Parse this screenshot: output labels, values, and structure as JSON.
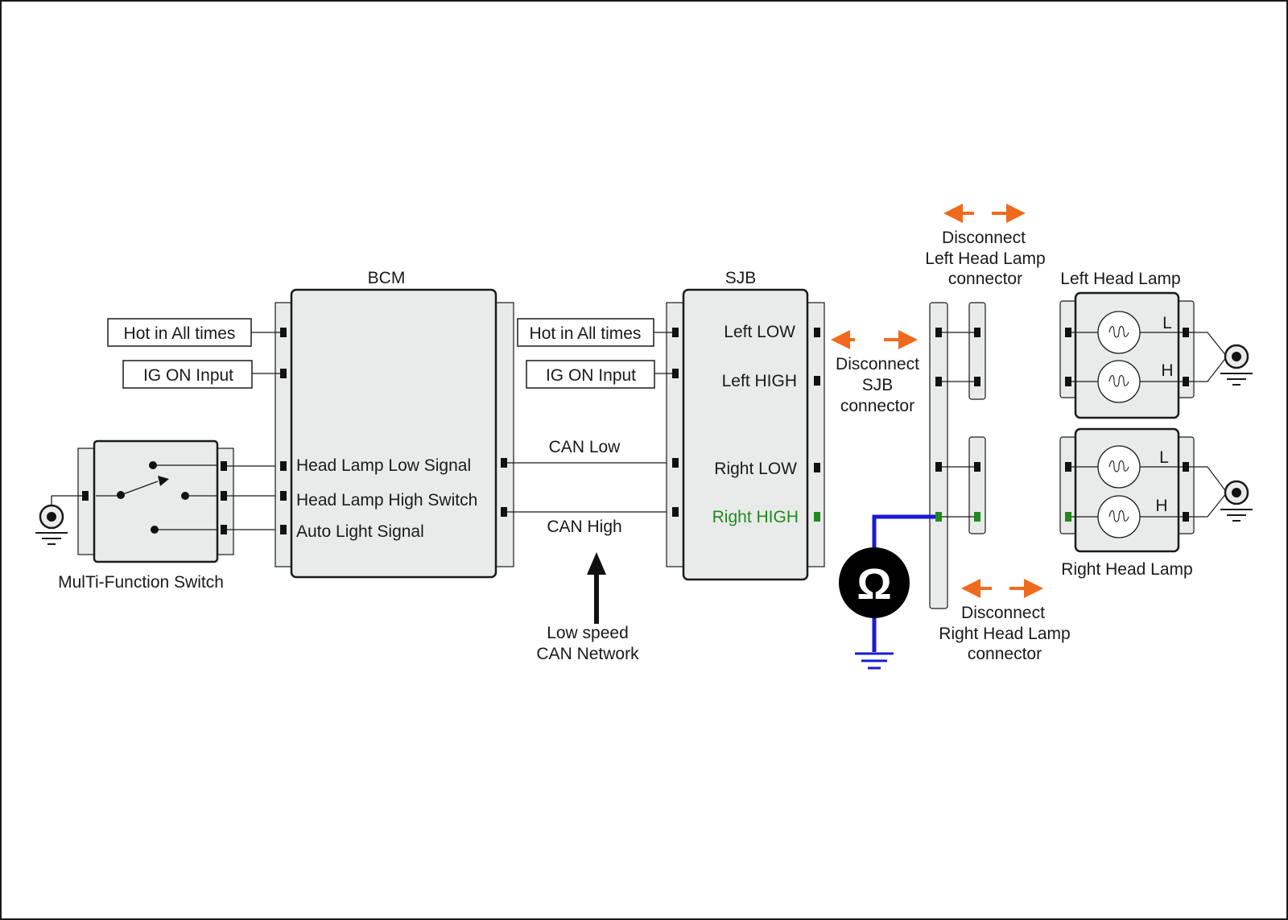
{
  "colors": {
    "accent_orange": "#f06a1e",
    "probe_blue": "#1a1ad6",
    "pin_green": "#1f8a1f",
    "module_fill": "#e9ebea"
  },
  "bcm": {
    "title": "BCM",
    "inputs": {
      "hot": "Hot in All times",
      "ig": "IG ON Input"
    },
    "signals": {
      "low": "Head Lamp Low Signal",
      "high": "Head Lamp High Switch",
      "auto": "Auto Light Signal"
    }
  },
  "mfs": {
    "label": "MulTi-Function Switch"
  },
  "can": {
    "low": "CAN Low",
    "high": "CAN High",
    "note_line1": "Low speed",
    "note_line2": "CAN Network"
  },
  "sjb": {
    "title": "SJB",
    "inputs": {
      "hot": "Hot in All times",
      "ig": "IG ON Input"
    },
    "outputs": {
      "left_low": "Left LOW",
      "left_high": "Left HIGH",
      "right_low": "Right LOW",
      "right_high": "Right HIGH"
    },
    "disconnect": {
      "line1": "Disconnect",
      "line2": "SJB",
      "line3": "connector"
    }
  },
  "left_lamp": {
    "title": "Left Head Lamp",
    "l": "L",
    "h": "H",
    "disconnect": {
      "line1": "Disconnect",
      "line2": "Left Head Lamp",
      "line3": "connector"
    }
  },
  "right_lamp": {
    "title": "Right Head Lamp",
    "l": "L",
    "h": "H",
    "disconnect": {
      "line1": "Disconnect",
      "line2": "Right Head Lamp",
      "line3": "connector"
    }
  },
  "ohmmeter": {
    "symbol": "Ω",
    "icon": "ohmmeter-icon"
  }
}
